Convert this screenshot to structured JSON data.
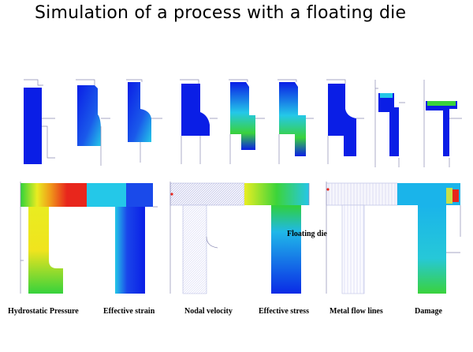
{
  "title": "Simulation of a process with a floating die",
  "annotation": "Floating die",
  "captions": [
    "Hydrostatic Pressure",
    "Effective strain",
    "Nodal velocity",
    "Effective stress",
    "Metal flow lines",
    "Damage"
  ],
  "colors": {
    "blue": "#0a1ee6",
    "cyan": "#20c8e8",
    "green": "#34d23c",
    "yellow": "#f2ea1e",
    "red": "#e8261c",
    "die_line": "#8a8ab4"
  }
}
